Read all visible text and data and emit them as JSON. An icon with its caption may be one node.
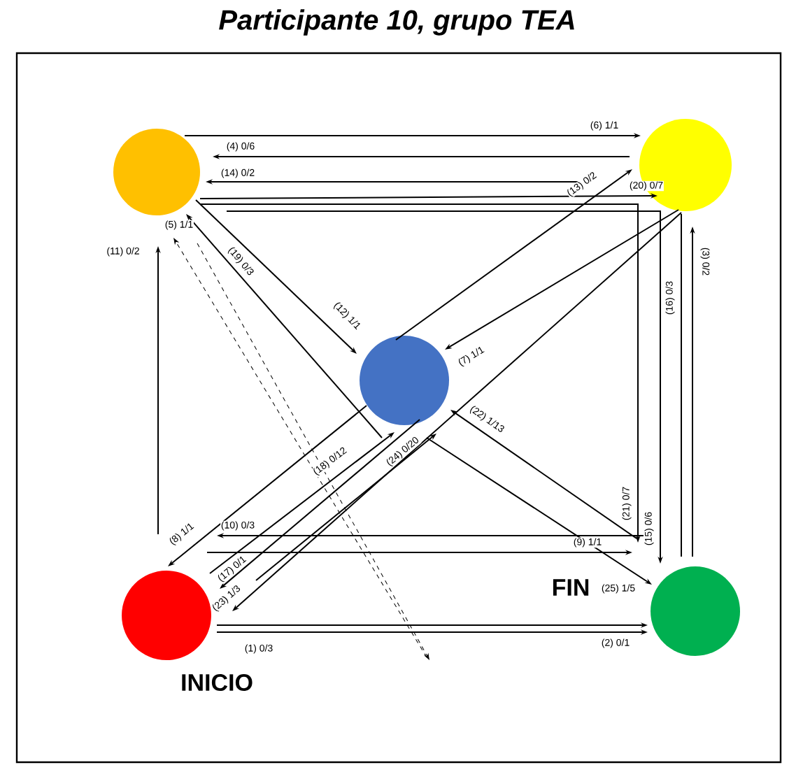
{
  "diagram": {
    "title": "Participante 10, grupo TEA",
    "nodes": [
      {
        "text": [],
        "shape": "circle"
      },
      {
        "text": [],
        "shape": "circle"
      },
      {
        "text": [],
        "shape": "circle"
      },
      {
        "text": [],
        "shape": "circle",
        "beside": [
          "INICIO"
        ]
      },
      {
        "text": [],
        "shape": "circle",
        "beside": [
          "FIN"
        ]
      }
    ],
    "edges": [
      {
        "from": 3,
        "to": 4,
        "arrow": "to",
        "label": "(1) 0/3"
      },
      {
        "from": 3,
        "to": 4,
        "arrow": "to",
        "label": "(2) 0/1"
      },
      {
        "from": 4,
        "to": 1,
        "arrow": "to",
        "label": "(3) 0/2"
      },
      {
        "from": 1,
        "to": 0,
        "arrow": "to",
        "label": "(4) 0/6"
      },
      {
        "from": null,
        "to": 0,
        "arrow": "to",
        "label": "(5) 1/1",
        "style": "dashed"
      },
      {
        "from": 0,
        "to": null,
        "arrow": "to",
        "style": "dashed"
      },
      {
        "from": 0,
        "to": 1,
        "arrow": "to",
        "label": "(6) 1/1"
      },
      {
        "from": 1,
        "to": 2,
        "arrow": "to",
        "label": "(7) 1/1"
      },
      {
        "from": 2,
        "to": 3,
        "arrow": "to",
        "label": "(8) 1/1"
      },
      {
        "from": 3,
        "to": 4,
        "arrow": "to",
        "label": "(9) 1/1"
      },
      {
        "from": 4,
        "to": 3,
        "arrow": "to",
        "label": "(10) 0/3"
      },
      {
        "from": 3,
        "to": 0,
        "arrow": "to",
        "label": "(11) 0/2"
      },
      {
        "from": 0,
        "to": 2,
        "arrow": "to",
        "label": "(12) 1/1"
      },
      {
        "from": 2,
        "to": 1,
        "arrow": "to",
        "label": "(13) 0/2"
      },
      {
        "from": 1,
        "to": 0,
        "arrow": "to",
        "label": "(14) 0/2"
      },
      {
        "from": 0,
        "to": 4,
        "arrow": "to",
        "label": "(15) 0/6"
      },
      {
        "from": 1,
        "to": 4,
        "arrow": "none",
        "label": "(16) 0/3"
      },
      {
        "from": 2,
        "to": 3,
        "arrow": "to",
        "label": "(17) 0/1"
      },
      {
        "from": 3,
        "to": 2,
        "arrow": "to",
        "label": "(18) 0/12"
      },
      {
        "from": 2,
        "to": 0,
        "arrow": "to",
        "label": "(19) 0/3"
      },
      {
        "from": 0,
        "to": 1,
        "arrow": "to",
        "label": "(20) 0/7"
      },
      {
        "from": 0,
        "to": 4,
        "arrow": "to",
        "label": "(21) 0/7"
      },
      {
        "from": 4,
        "to": 2,
        "arrow": "to",
        "label": "(22) 1/13"
      },
      {
        "from": 1,
        "to": 3,
        "arrow": "to",
        "label": "(23) 1/3"
      },
      {
        "from": 3,
        "to": 2,
        "arrow": "to",
        "label": "(24) 0/20"
      },
      {
        "from": 2,
        "to": 4,
        "arrow": "to",
        "label": "(25) 1/5"
      }
    ]
  }
}
